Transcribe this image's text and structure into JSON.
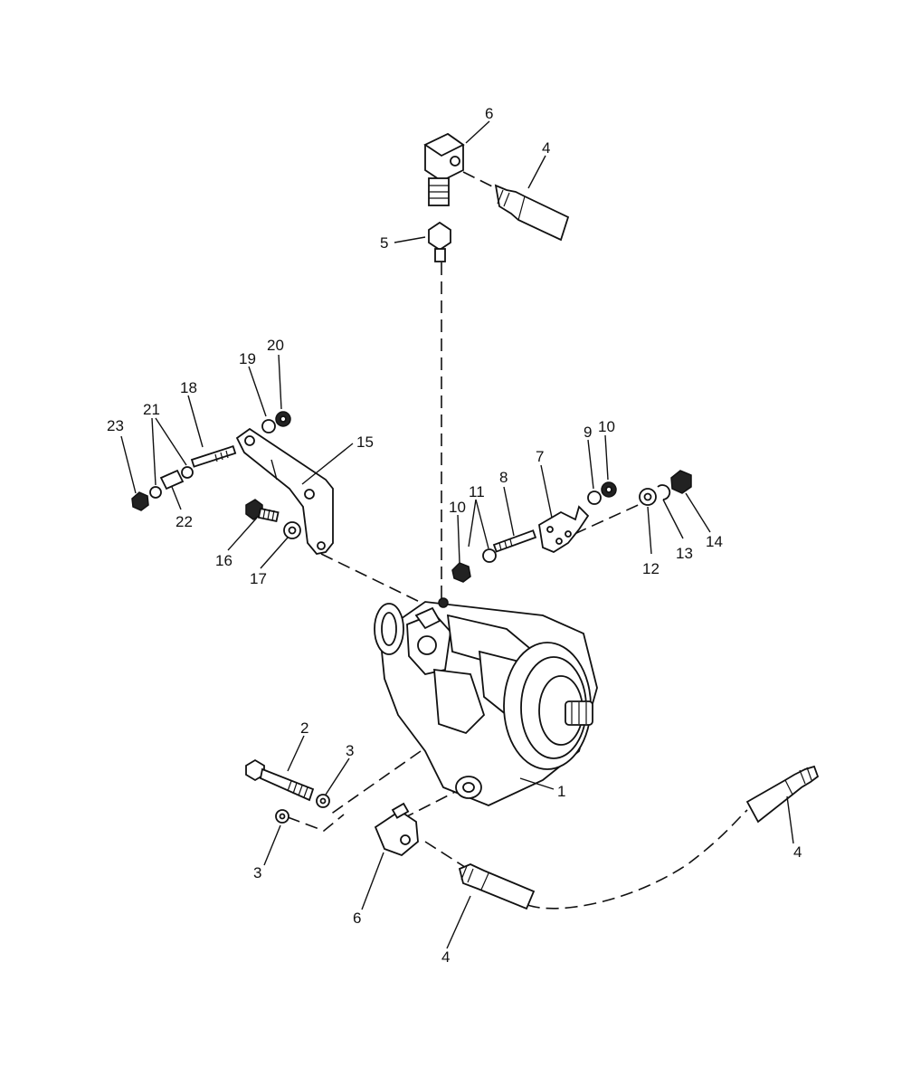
{
  "callouts": {
    "c1": "1",
    "c2": "2",
    "c3a": "3",
    "c3b": "3",
    "c4a": "4",
    "c4b": "4",
    "c4c": "4",
    "c5": "5",
    "c6a": "6",
    "c6b": "6",
    "c7": "7",
    "c8": "8",
    "c9": "9",
    "c10a": "10",
    "c10b": "10",
    "c11": "11",
    "c12": "12",
    "c13": "13",
    "c14": "14",
    "c15": "15",
    "c16": "16",
    "c17": "17",
    "c18": "18",
    "c19": "19",
    "c20": "20",
    "c21": "21",
    "c22": "22",
    "c23": "23"
  }
}
